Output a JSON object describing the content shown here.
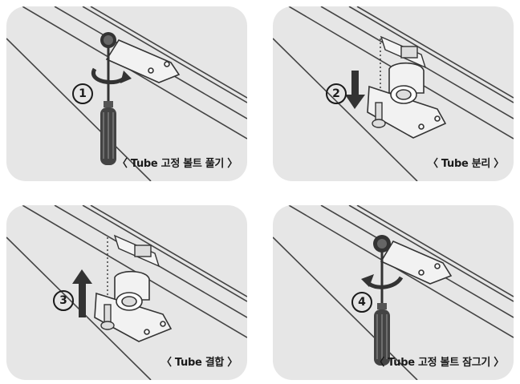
{
  "steps": [
    {
      "number": "1",
      "caption": "〈 Tube 고정 볼트 풀기 〉"
    },
    {
      "number": "2",
      "caption": "〈 Tube 분리 〉"
    },
    {
      "number": "3",
      "caption": "〈 Tube 결합 〉"
    },
    {
      "number": "4",
      "caption": "〈 Tube 고정 볼트 잠그기 〉"
    }
  ],
  "colors": {
    "panel": "#e6e6e6",
    "line": "#3a3a3a",
    "arrow": "#3a3a3a"
  },
  "icons": [
    "screwdriver-icon",
    "rotate-left-arrow-icon",
    "arrow-down-icon",
    "arrow-up-icon",
    "rotate-right-arrow-icon"
  ]
}
